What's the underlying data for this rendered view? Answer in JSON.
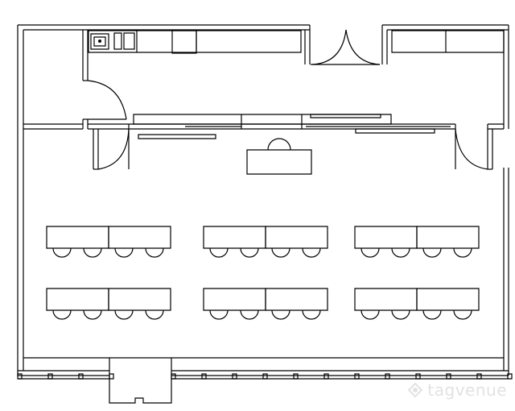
{
  "watermark": {
    "brand": "tagvenue",
    "icon": "tagvenue-logo-icon",
    "color": "#e2e2e2"
  },
  "plan": {
    "stroke_color": "#000000",
    "background": "#ffffff",
    "rows_of_tables": 2,
    "table_groups_per_row": 3,
    "tables_per_group": 2,
    "chairs_per_table": 2
  }
}
